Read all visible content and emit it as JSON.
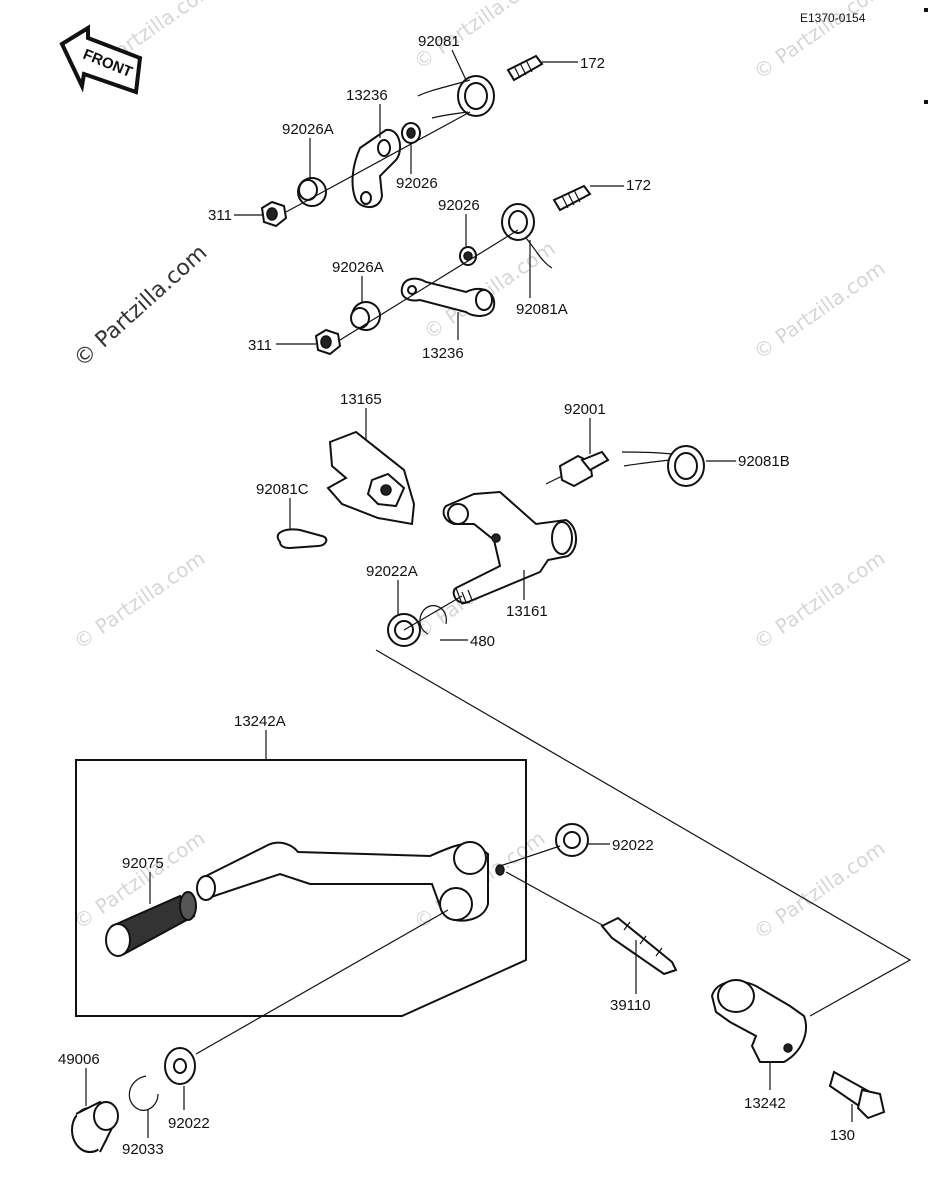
{
  "diagram_code": "E1370-0154",
  "front_label": "FRONT",
  "watermark_text": "© Partzilla.com",
  "labels": {
    "p92081": "92081",
    "p172_top": "172",
    "p13236_top": "13236",
    "p92026A_top": "92026A",
    "p92026_top": "92026",
    "p311_top": "311",
    "p172_mid": "172",
    "p92026_mid": "92026",
    "p92026A_mid": "92026A",
    "p92081A": "92081A",
    "p311_mid": "311",
    "p13236_mid": "13236",
    "p13165": "13165",
    "p92001": "92001",
    "p92081B": "92081B",
    "p92081C": "92081C",
    "p92022A": "92022A",
    "p13161": "13161",
    "p480": "480",
    "p13242A": "13242A",
    "p92075": "92075",
    "p92022_right": "92022",
    "p39110": "39110",
    "p49006": "49006",
    "p92033": "92033",
    "p92022_bottom": "92022",
    "p13242": "13242",
    "p130": "130"
  }
}
